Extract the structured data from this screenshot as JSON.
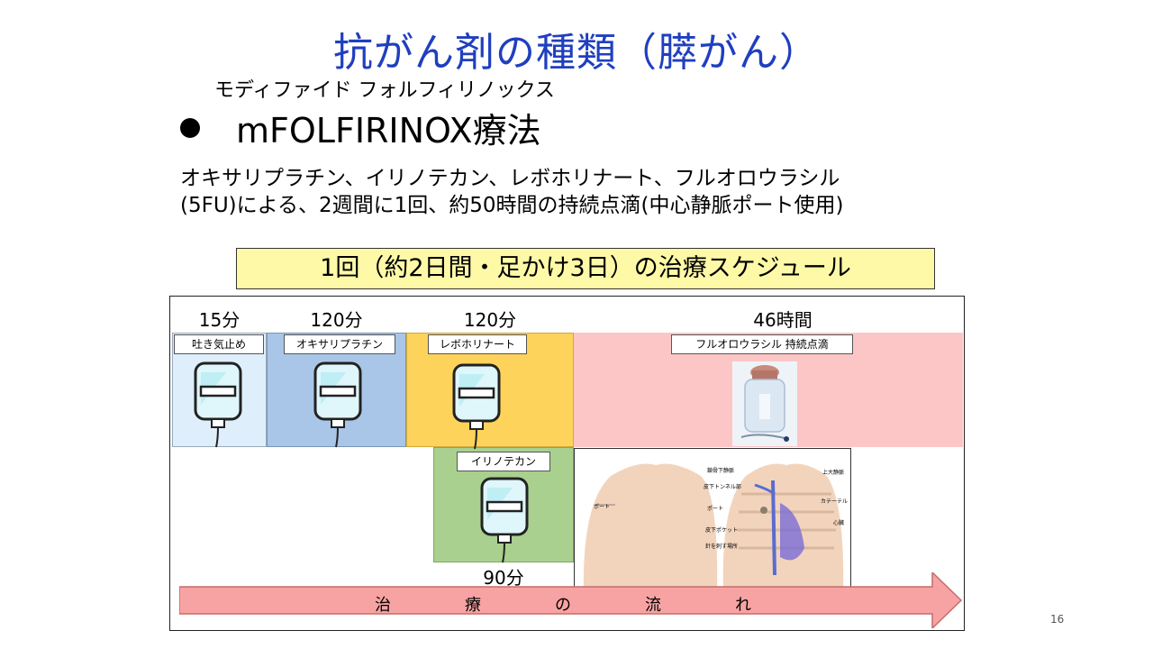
{
  "title": "抗がん剤の種類（膵がん）",
  "ruby": "モディファイド フォルフィリノックス",
  "bullet": "mFOLFIRINOX療法",
  "desc_line1": "オキサリプラチン、イリノテカン、レボホリナート、フルオロウラシル",
  "desc_line2": "(5FU)による、2週間に1回、約50時間の持続点滴(中心静脈ポート使用)",
  "schedule_title": "1回（約2日間・足かけ3日）の治療スケジュール",
  "steps": [
    {
      "duration": "15分",
      "label": "吐き気止め",
      "color": "#dfeefb"
    },
    {
      "duration": "120分",
      "label": "オキサリプラチン",
      "color": "#a9c6e8"
    },
    {
      "duration": "120分",
      "label": "レボホリナート",
      "color": "#fdd35b"
    },
    {
      "duration": "46時間",
      "label": "フルオロウラシル 持続点滴",
      "color": "#fdc6c6"
    },
    {
      "duration": "90分",
      "label": "イリノテカン",
      "color": "#a9d08e"
    }
  ],
  "anatomy_labels": [
    "鎖骨下静脈",
    "上大静脈",
    "皮下トンネル部",
    "カテーテル",
    "ポート",
    "心臓",
    "皮下ポケット",
    "針を刺す場所",
    "ポート"
  ],
  "flow": [
    "治",
    "療",
    "の",
    "流",
    "れ"
  ],
  "page_number": "16",
  "colors": {
    "title": "#1f3fbf",
    "arrow": "#f8a3a3",
    "schedule_bg": "#fdf9a7"
  }
}
